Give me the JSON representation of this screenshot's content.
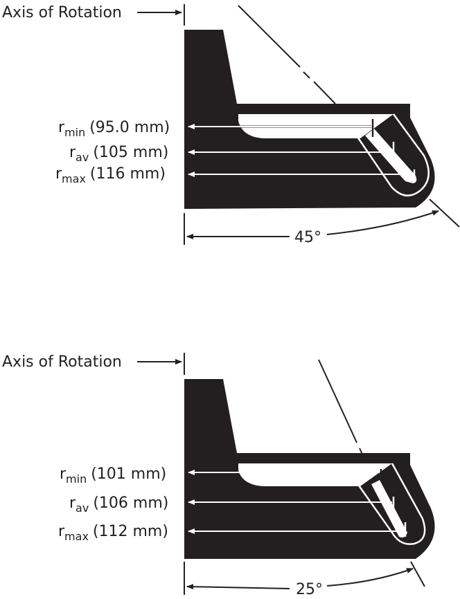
{
  "diagrams": [
    {
      "id": "rotor-45",
      "axis_label": "Axis of Rotation",
      "angle_label": "45°",
      "angle_degrees": 45,
      "radii": [
        {
          "symbol": "r",
          "subscript": "min",
          "value": "(95.0 mm)"
        },
        {
          "symbol": "r",
          "subscript": "av",
          "value": "(105 mm)"
        },
        {
          "symbol": "r",
          "subscript": "max",
          "value": "(116 mm)"
        }
      ]
    },
    {
      "id": "rotor-25",
      "axis_label": "Axis of Rotation",
      "angle_label": "25°",
      "angle_degrees": 25,
      "radii": [
        {
          "symbol": "r",
          "subscript": "min",
          "value": "(101 mm)"
        },
        {
          "symbol": "r",
          "subscript": "av",
          "value": "(106 mm)"
        },
        {
          "symbol": "r",
          "subscript": "max",
          "value": "(112 mm)"
        }
      ]
    }
  ],
  "colors": {
    "ink": "#231f20",
    "background": "#ffffff"
  }
}
